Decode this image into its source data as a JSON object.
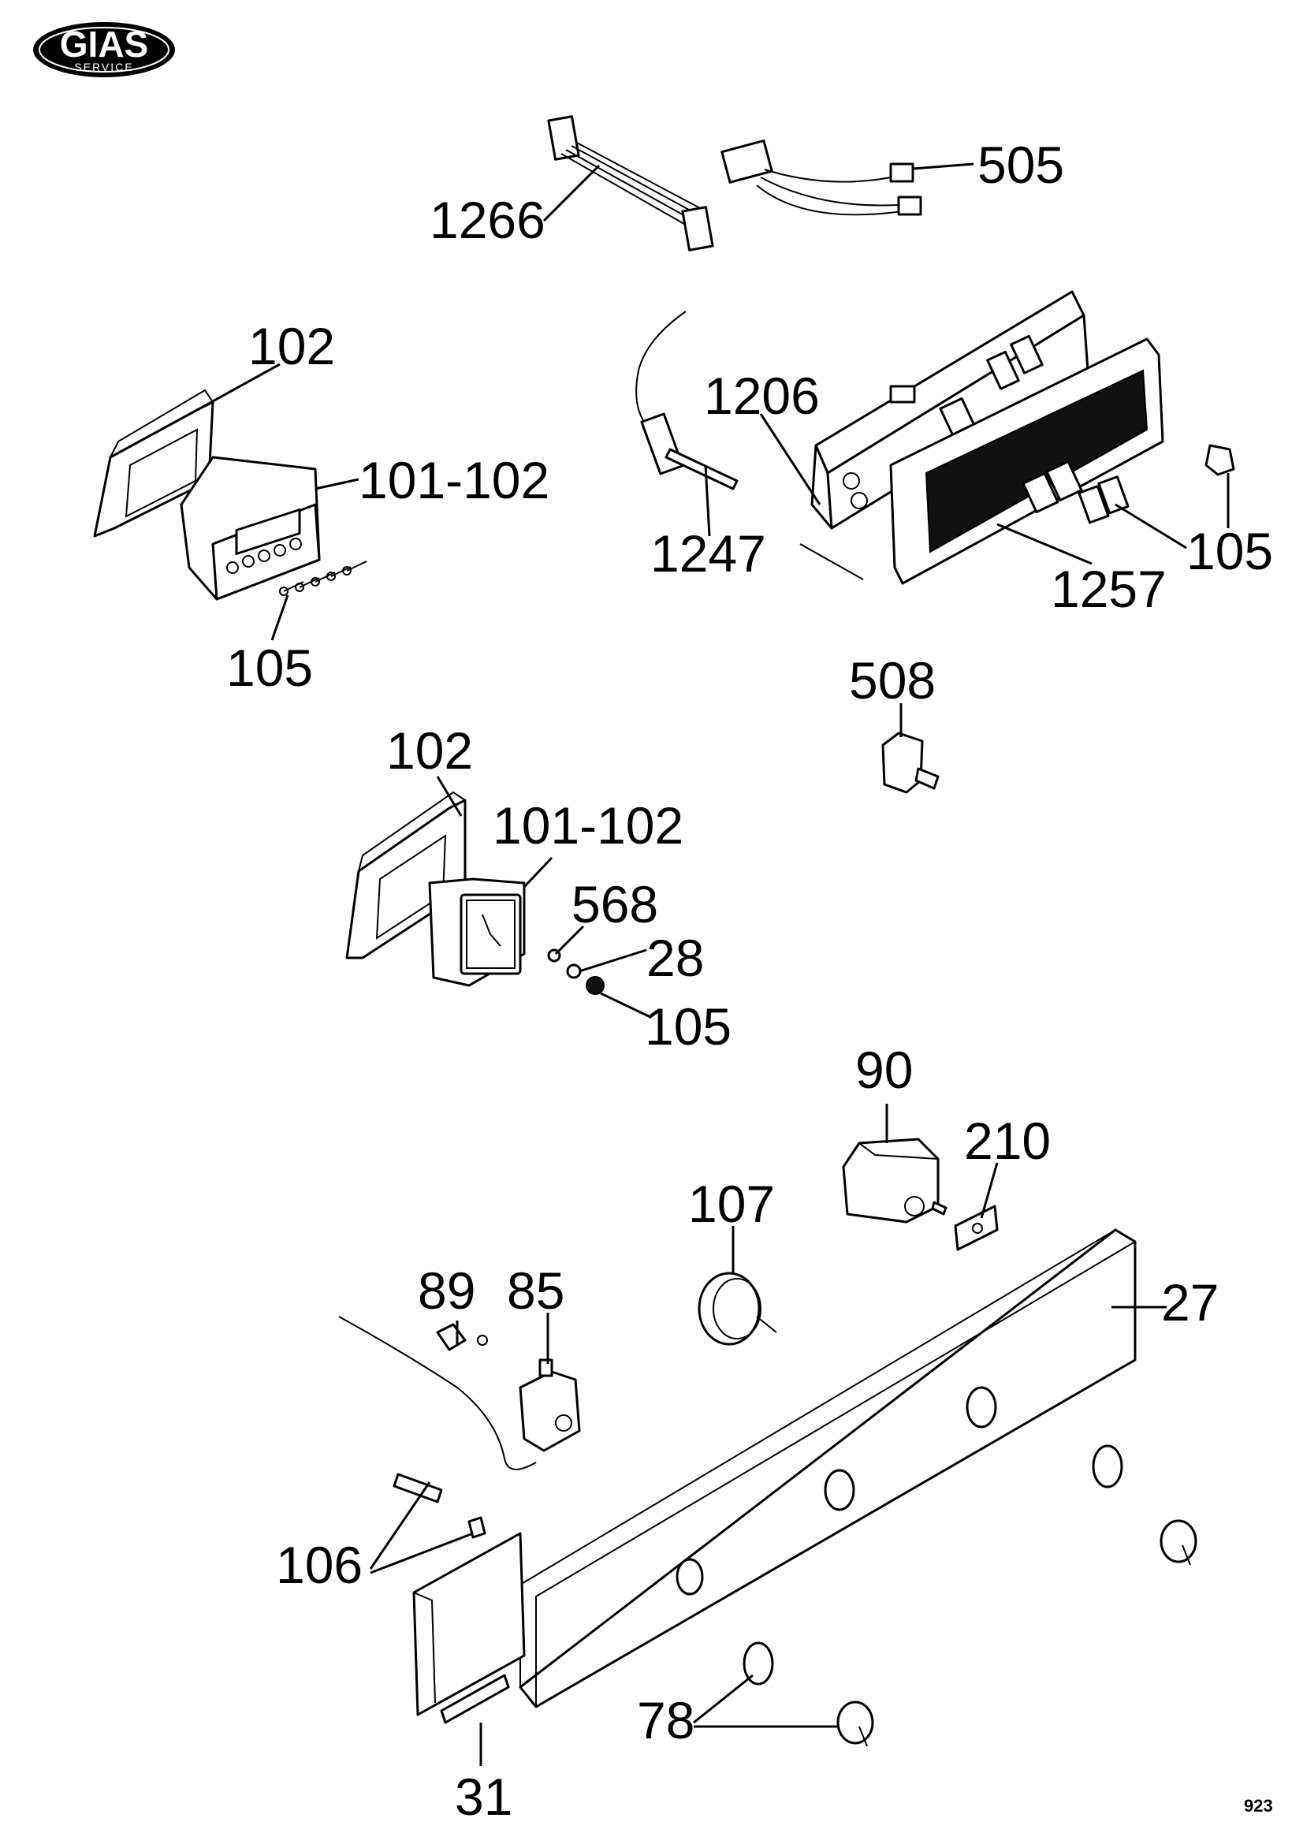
{
  "logo": {
    "brand": "GIAS",
    "subtitle": "SERVICE"
  },
  "page_code": "923",
  "labels": {
    "l1266": "1266",
    "l505": "505",
    "l102a": "102",
    "l101_102a": "101-102",
    "l105a": "105",
    "l1206": "1206",
    "l1247": "1247",
    "l1257": "1257",
    "l105b": "105",
    "l508": "508",
    "l102b": "102",
    "l101_102b": "101-102",
    "l568": "568",
    "l28": "28",
    "l105c": "105",
    "l90": "90",
    "l210": "210",
    "l107": "107",
    "l89": "89",
    "l85": "85",
    "l27": "27",
    "l106": "106",
    "l78": "78",
    "l31": "31"
  }
}
